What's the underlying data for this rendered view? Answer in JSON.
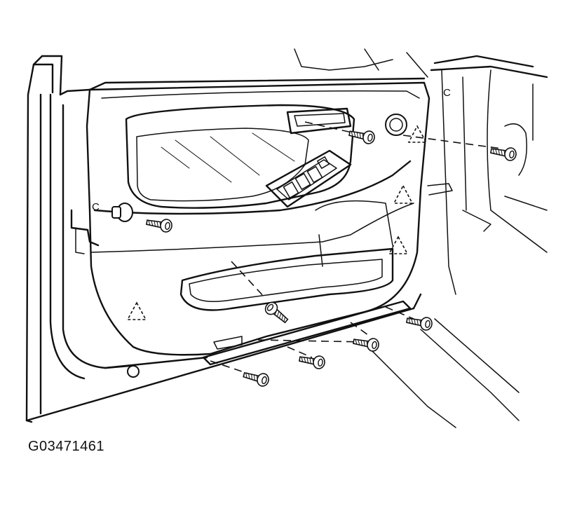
{
  "figure_id": "G03471461",
  "diagram": {
    "subject": "door-trim-panel-removal",
    "clip_markers": [
      "C",
      "C"
    ]
  }
}
